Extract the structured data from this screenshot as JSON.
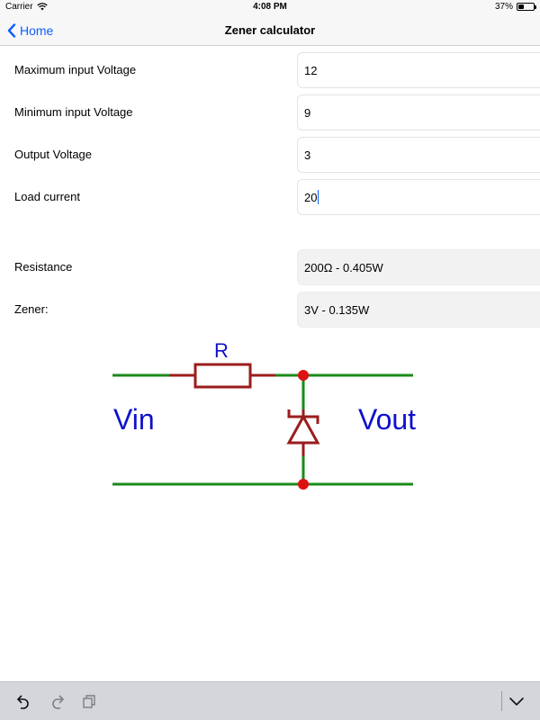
{
  "status_bar": {
    "carrier": "Carrier",
    "time": "4:08 PM",
    "battery": "37%",
    "battery_level": 0.37
  },
  "nav": {
    "back_label": "Home",
    "title": "Zener calculator"
  },
  "form": {
    "max_input_voltage": {
      "label": "Maximum input Voltage",
      "value": "12"
    },
    "min_input_voltage": {
      "label": "Minimum input Voltage",
      "value": "9"
    },
    "output_voltage": {
      "label": "Output Voltage",
      "value": "3"
    },
    "load_current": {
      "label": "Load current",
      "value": "20"
    }
  },
  "results": {
    "resistance": {
      "label": "Resistance",
      "value": "200Ω - 0.405W"
    },
    "zener": {
      "label": "Zener:",
      "value": "3V - 0.135W"
    }
  },
  "diagram": {
    "resistor_label": "R",
    "vin_label": "Vin",
    "vout_label": "Vout",
    "wire_color": "#1a8a1a",
    "component_color": "#9b1c1c",
    "node_color": "#dd1111",
    "label_color": "#1010cc"
  },
  "toolbar": {
    "icons": [
      "undo-icon",
      "redo-icon",
      "paste-icon",
      "keyboard-hide-icon"
    ]
  }
}
